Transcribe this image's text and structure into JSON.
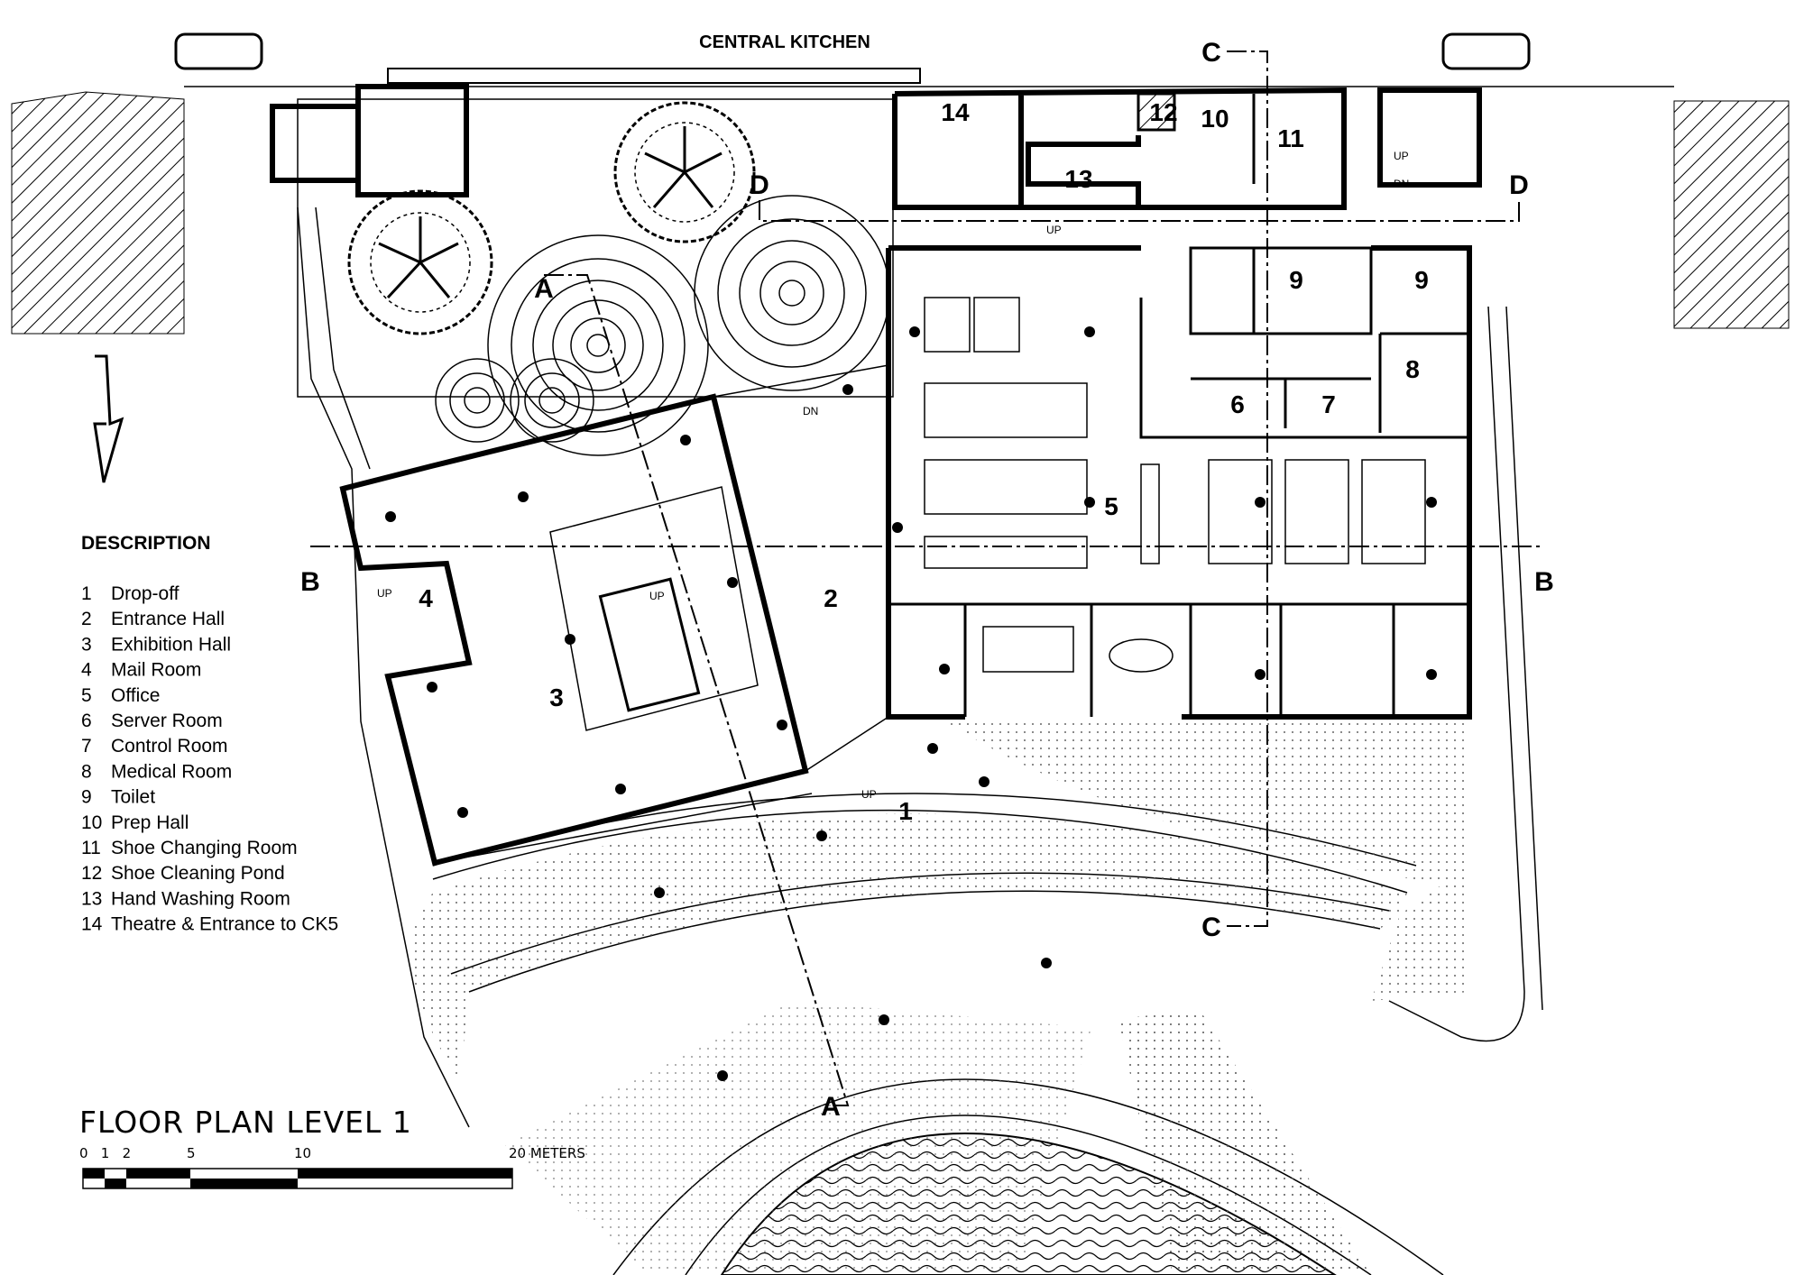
{
  "header": {
    "central_kitchen": "CENTRAL KITCHEN"
  },
  "rooms": [
    "1",
    "2",
    "3",
    "4",
    "5",
    "6",
    "7",
    "8",
    "9",
    "9",
    "10",
    "11",
    "12",
    "13",
    "14"
  ],
  "sections": {
    "a": "A",
    "b": "B",
    "c": "C",
    "d": "D"
  },
  "annotations": {
    "up": "UP",
    "dn": "DN"
  },
  "legend": {
    "title": "DESCRIPTION",
    "items": [
      {
        "num": "1",
        "label": "Drop-off"
      },
      {
        "num": "2",
        "label": "Entrance Hall"
      },
      {
        "num": "3",
        "label": "Exhibition Hall"
      },
      {
        "num": "4",
        "label": "Mail Room"
      },
      {
        "num": "5",
        "label": "Office"
      },
      {
        "num": "6",
        "label": "Server Room"
      },
      {
        "num": "7",
        "label": "Control Room"
      },
      {
        "num": "8",
        "label": "Medical Room"
      },
      {
        "num": "9",
        "label": "Toilet"
      },
      {
        "num": "10",
        "label": "Prep Hall"
      },
      {
        "num": "11",
        "label": "Shoe Changing Room"
      },
      {
        "num": "12",
        "label": "Shoe Cleaning Pond"
      },
      {
        "num": "13",
        "label": "Hand Washing Room"
      },
      {
        "num": "14",
        "label": "Theatre & Entrance to CK5"
      }
    ]
  },
  "plan_title": "FLOOR PLAN LEVEL 1",
  "scale_bar": {
    "ticks": [
      "0",
      "1",
      "2",
      "5",
      "10",
      "20 METERS"
    ]
  }
}
